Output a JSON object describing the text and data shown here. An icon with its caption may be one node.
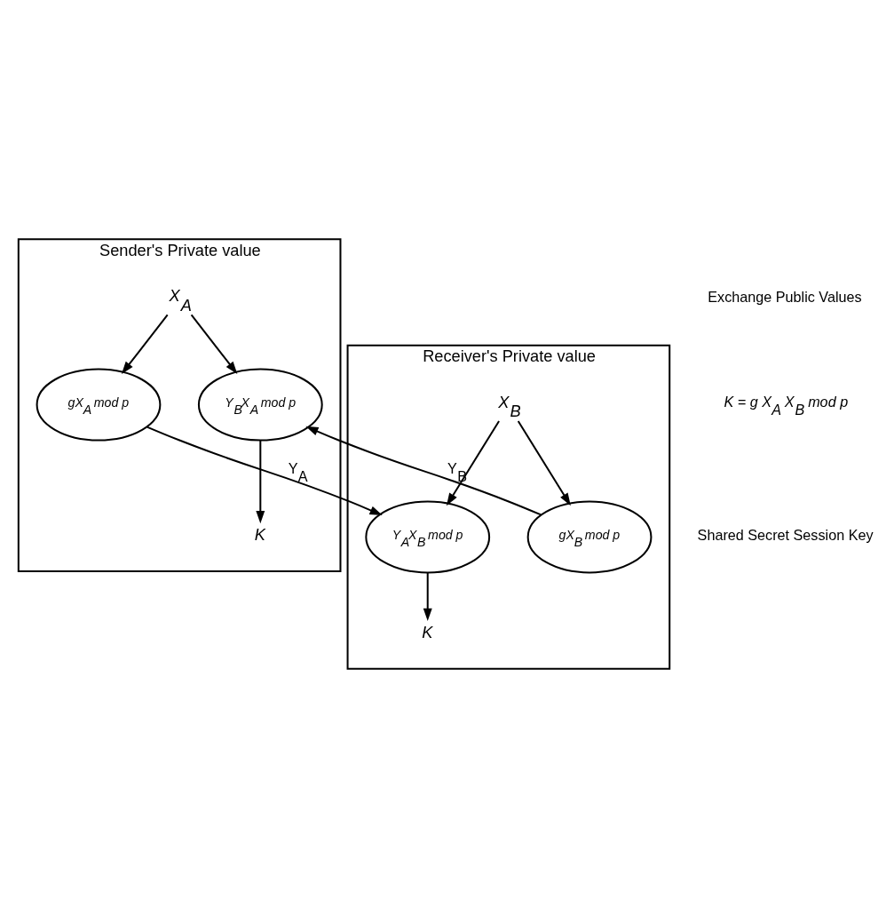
{
  "diagram": {
    "nodes": [
      {
        "text": [
          "Sender's Private value"
        ]
      },
      {
        "text": [
          "X$_{A}$"
        ],
        "in": 0
      },
      {
        "text": [
          "gX$_{A}$ mod p"
        ],
        "in": 0
      },
      {
        "text": [
          "Y$_{B}$X$_{A}$ mod p"
        ],
        "in": 0
      },
      {
        "text": [
          "K"
        ],
        "in": 0
      },
      {
        "text": [
          "Receiver's Private value"
        ]
      },
      {
        "text": [
          "X$_{B}$"
        ],
        "in": 5
      },
      {
        "text": [
          "gX$_{B}$ mod p"
        ],
        "in": 5
      },
      {
        "text": [
          "Y$_{A}$X$_{B}$ mod p"
        ],
        "in": 5
      },
      {
        "text": [
          "K"
        ],
        "in": 5
      }
    ],
    "edges": [
      {
        "from": 1,
        "to": 2,
        "arrow": "to"
      },
      {
        "from": 1,
        "to": 3,
        "arrow": "to"
      },
      {
        "from": 2,
        "to": 8,
        "arrow": "to",
        "label": "Y$_{A}$"
      },
      {
        "from": 7,
        "to": 3,
        "arrow": "to",
        "label": "Y$_{B}$"
      },
      {
        "from": 3,
        "to": 4,
        "arrow": "to"
      },
      {
        "from": 6,
        "to": 7,
        "arrow": "to"
      },
      {
        "from": 6,
        "to": 8,
        "arrow": "to"
      },
      {
        "from": 8,
        "to": 9,
        "arrow": "to"
      }
    ],
    "labels": [
      "Exchange Public Values",
      "K = g X$_{A}$ X$_{B}$ mod p",
      "Shared Secret Session Key"
    ]
  }
}
